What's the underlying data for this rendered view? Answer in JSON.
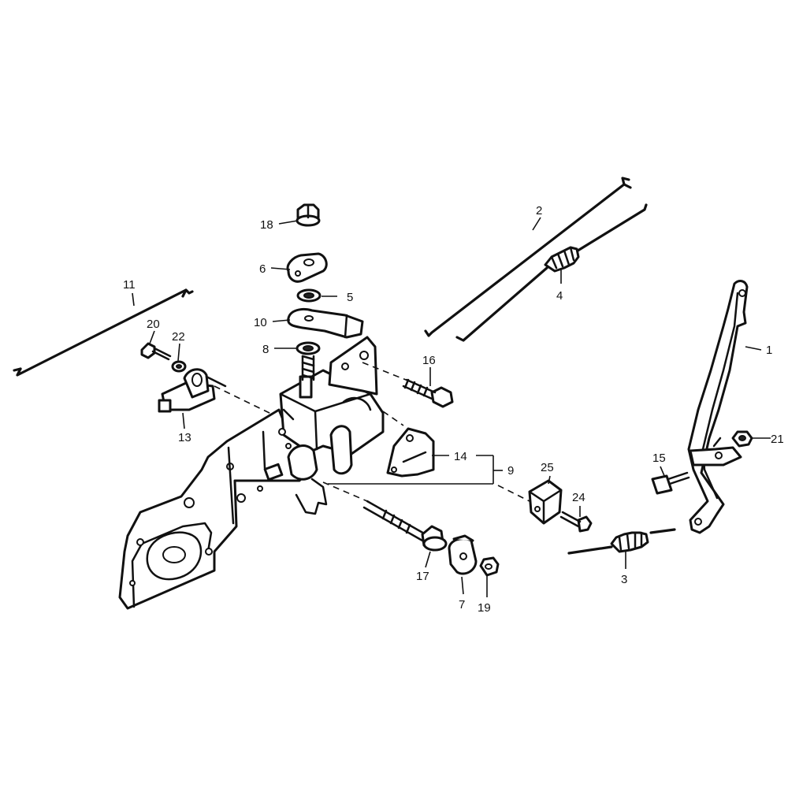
{
  "diagram": {
    "callouts": {
      "c1": "1",
      "c2": "2",
      "c3": "3",
      "c4": "4",
      "c5": "5",
      "c6": "6",
      "c7": "7",
      "c8": "8",
      "c9": "9",
      "c10": "10",
      "c11": "11",
      "c13": "13",
      "c14": "14",
      "c15": "15",
      "c16": "16",
      "c17": "17",
      "c18": "18",
      "c19": "19",
      "c20": "20",
      "c21": "21",
      "c22": "22",
      "c24": "24",
      "c25": "25"
    }
  }
}
